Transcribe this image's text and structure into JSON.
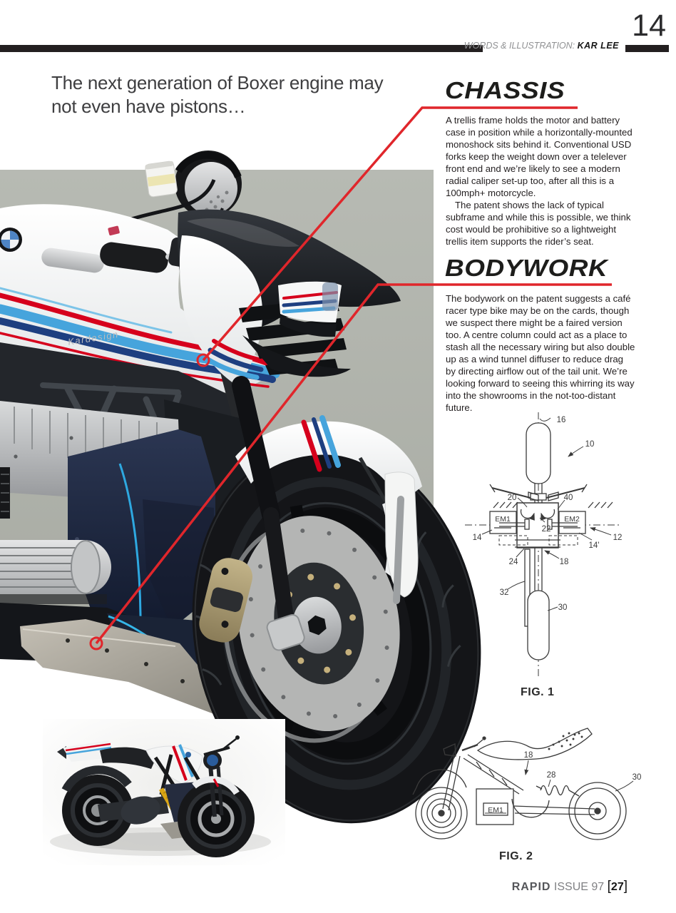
{
  "page": {
    "number": "14",
    "byline_label": "WORDS & ILLUSTRATION:",
    "byline_name": "KAR LEE"
  },
  "headline": "The next generation of Boxer engine may not even have pistons…",
  "sections": {
    "chassis": {
      "title": "CHASSIS",
      "body1": "A trellis frame holds the motor and battery case in position while a horizontally-mounted monoshock sits behind it. Conventional USD forks keep the weight down over a telelever front end and we’re likely to see a modern radial caliper set-up too, after all this is a 100mph+ motorcycle.",
      "body2": "The patent shows the lack of typical subframe and while this is possible, we think cost would be prohibitive so a lightweight trellis item supports the rider’s seat."
    },
    "bodywork": {
      "title": "BODYWORK",
      "body1": "The bodywork on the patent suggests a café racer type bike may be on the cards, though we suspect there might be a faired version too. A centre column could act as a place to stash all the necessary wiring but also double up as a wind tunnel diffuser to reduce drag by directing airflow out of the tail unit. We’re looking forward to seeing this whirring its way into the showrooms in the not-too-distant future."
    }
  },
  "figures": {
    "fig1": {
      "caption": "FIG. 1",
      "labels": {
        "l16": "16",
        "l10": "10",
        "l20": "20",
        "l40": "40",
        "em1": "EM1",
        "em2": "EM2",
        "l22": "22",
        "l14": "14",
        "l12": "12",
        "l14p": "14'",
        "l24": "24",
        "l18": "18",
        "l32": "32",
        "l30": "30"
      }
    },
    "fig2": {
      "caption": "FIG. 2",
      "labels": {
        "l18": "18",
        "l28": "28",
        "l30": "30",
        "em1": "EM1"
      }
    }
  },
  "photo": {
    "tank_logo": "Kardesign"
  },
  "footer": {
    "magazine": "RAPID",
    "issue": "ISSUE 97",
    "page": "27"
  },
  "colors": {
    "accent_red": "#e0262b",
    "stripe_red": "#d6001c",
    "stripe_lightblue": "#46a4dc",
    "stripe_navy": "#1e3f80",
    "photo_background": "#b2b5ad"
  }
}
